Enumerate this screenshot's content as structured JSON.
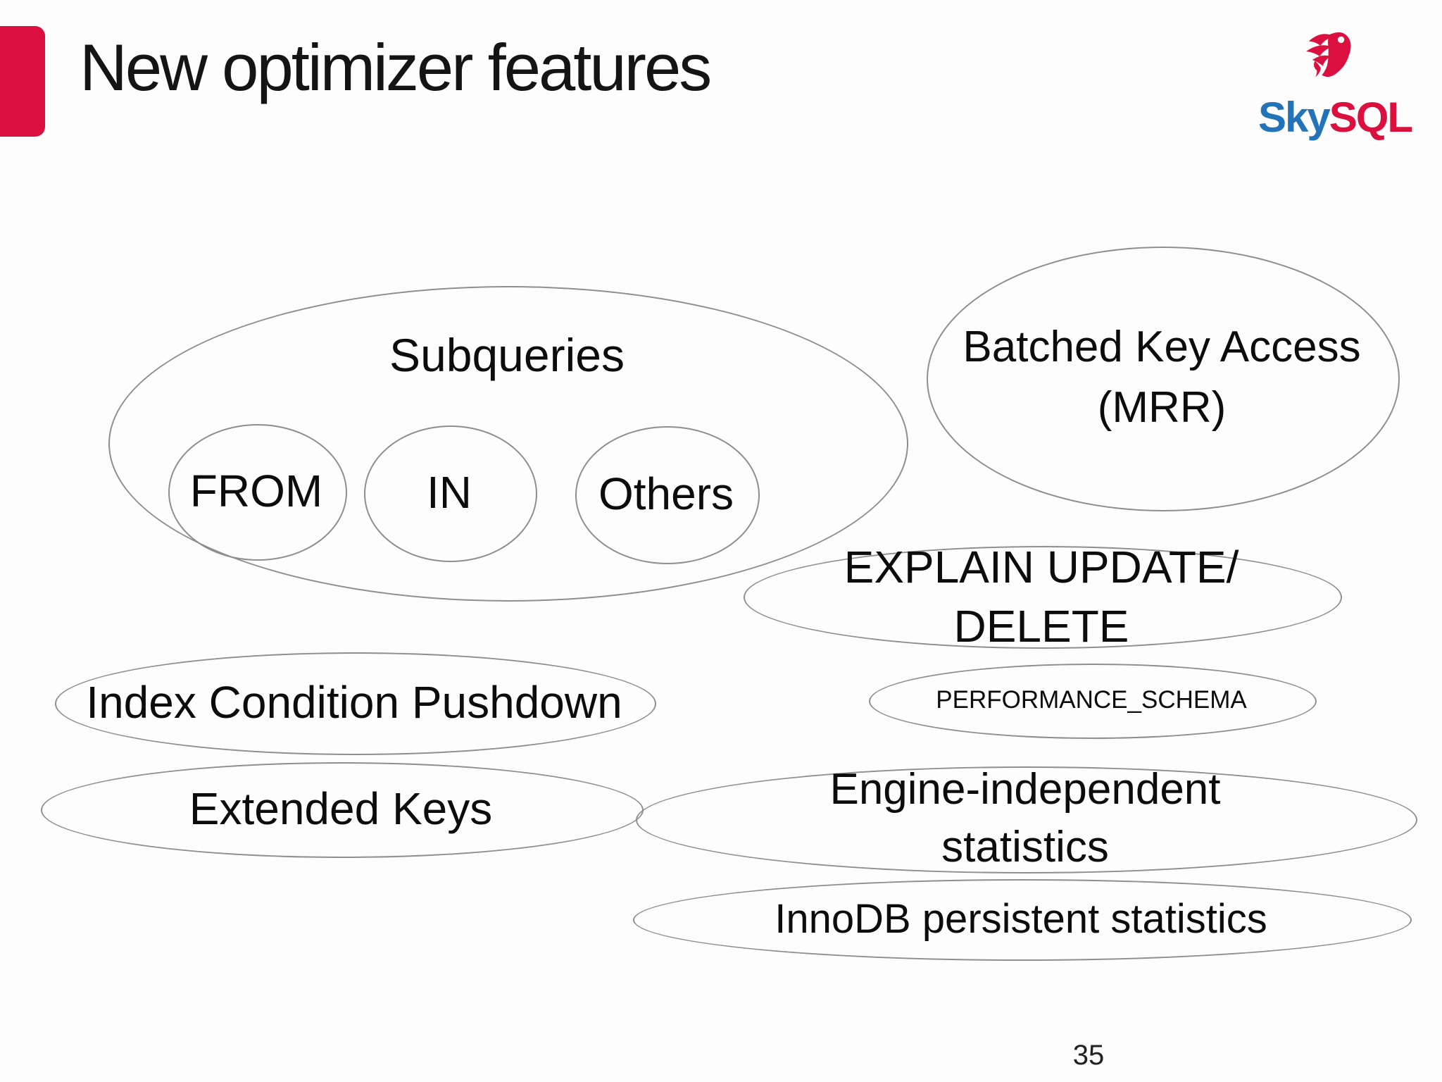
{
  "slide": {
    "title": "New optimizer features",
    "page_number": "35"
  },
  "logo": {
    "sky": "Sky",
    "sql": "SQL",
    "bird_icon": "bird-icon"
  },
  "diagram": {
    "subqueries": {
      "label": "Subqueries",
      "children": {
        "from": "FROM",
        "in": "IN",
        "others": "Others"
      }
    },
    "batched_key_access": {
      "line1": "Batched Key Access",
      "line2": "(MRR)"
    },
    "explain": {
      "line1": "EXPLAIN UPDATE/",
      "line2": "DELETE"
    },
    "performance_schema": {
      "label": "PERFORMANCE_SCHEMA"
    },
    "index_condition_pushdown": {
      "label": "Index Condition Pushdown"
    },
    "extended_keys": {
      "label": "Extended Keys"
    },
    "engine_independent_statistics": {
      "line1": "Engine-independent",
      "line2": "statistics"
    },
    "innodb_persistent_statistics": {
      "label": "InnoDB persistent statistics"
    }
  },
  "colors": {
    "accent_red": "#dc103e",
    "logo_blue": "#2273b8",
    "ellipse_stroke": "#8e8e8e",
    "text": "#111111",
    "background": "#fdfdfd"
  }
}
